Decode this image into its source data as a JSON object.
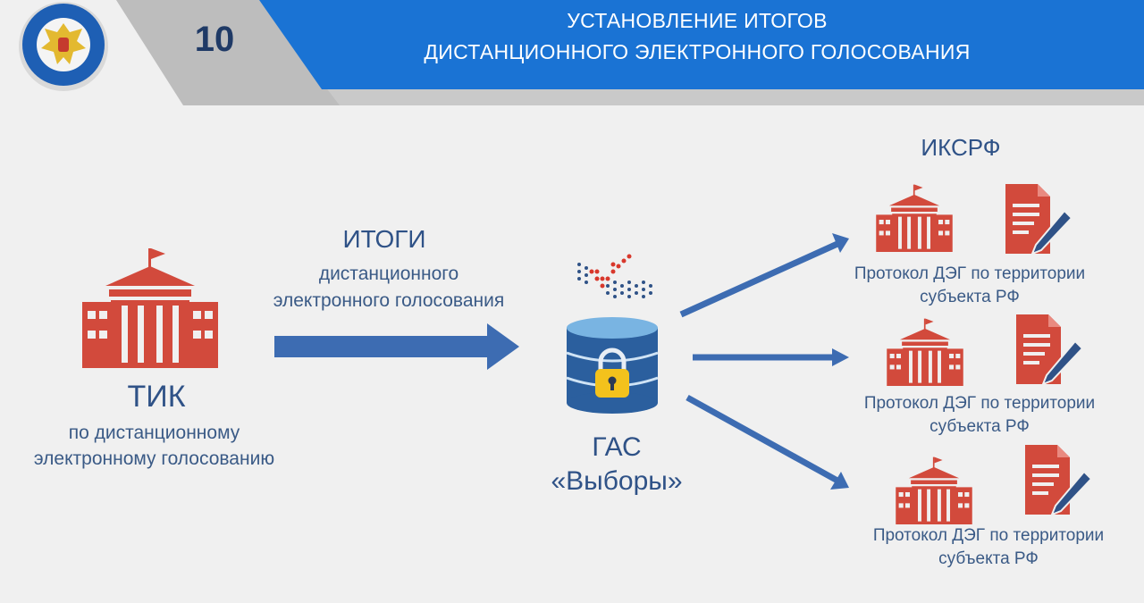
{
  "slide_number": "10",
  "header": {
    "title_line1": "УСТАНОВЛЕНИЕ ИТОГОВ",
    "title_line2": "ДИСТАНЦИОННОГО ЭЛЕКТРОННОГО ГОЛОСОВАНИЯ"
  },
  "tik": {
    "title": "ТИК",
    "sub_line1": "по дистанционному",
    "sub_line2": "электронному голосованию"
  },
  "itogi": {
    "title": "ИТОГИ",
    "sub_line1": "дистанционного",
    "sub_line2": "электронного голосования"
  },
  "gas": {
    "line1": "ГАС",
    "line2": "«Выборы»"
  },
  "iksrf": {
    "title": "ИКСРФ",
    "protocols": [
      {
        "line1": "Протокол ДЭГ по территории",
        "line2": "субъекта РФ"
      },
      {
        "line1": "Протокол ДЭГ по территории",
        "line2": "субъекта РФ"
      },
      {
        "line1": "Протокол ДЭГ по территории",
        "line2": "субъекта РФ"
      }
    ]
  },
  "colors": {
    "header_blue": "#1a73d4",
    "building_red": "#d24a3c",
    "arrow_blue": "#3d6cb2",
    "text_blue": "#2f5287"
  }
}
